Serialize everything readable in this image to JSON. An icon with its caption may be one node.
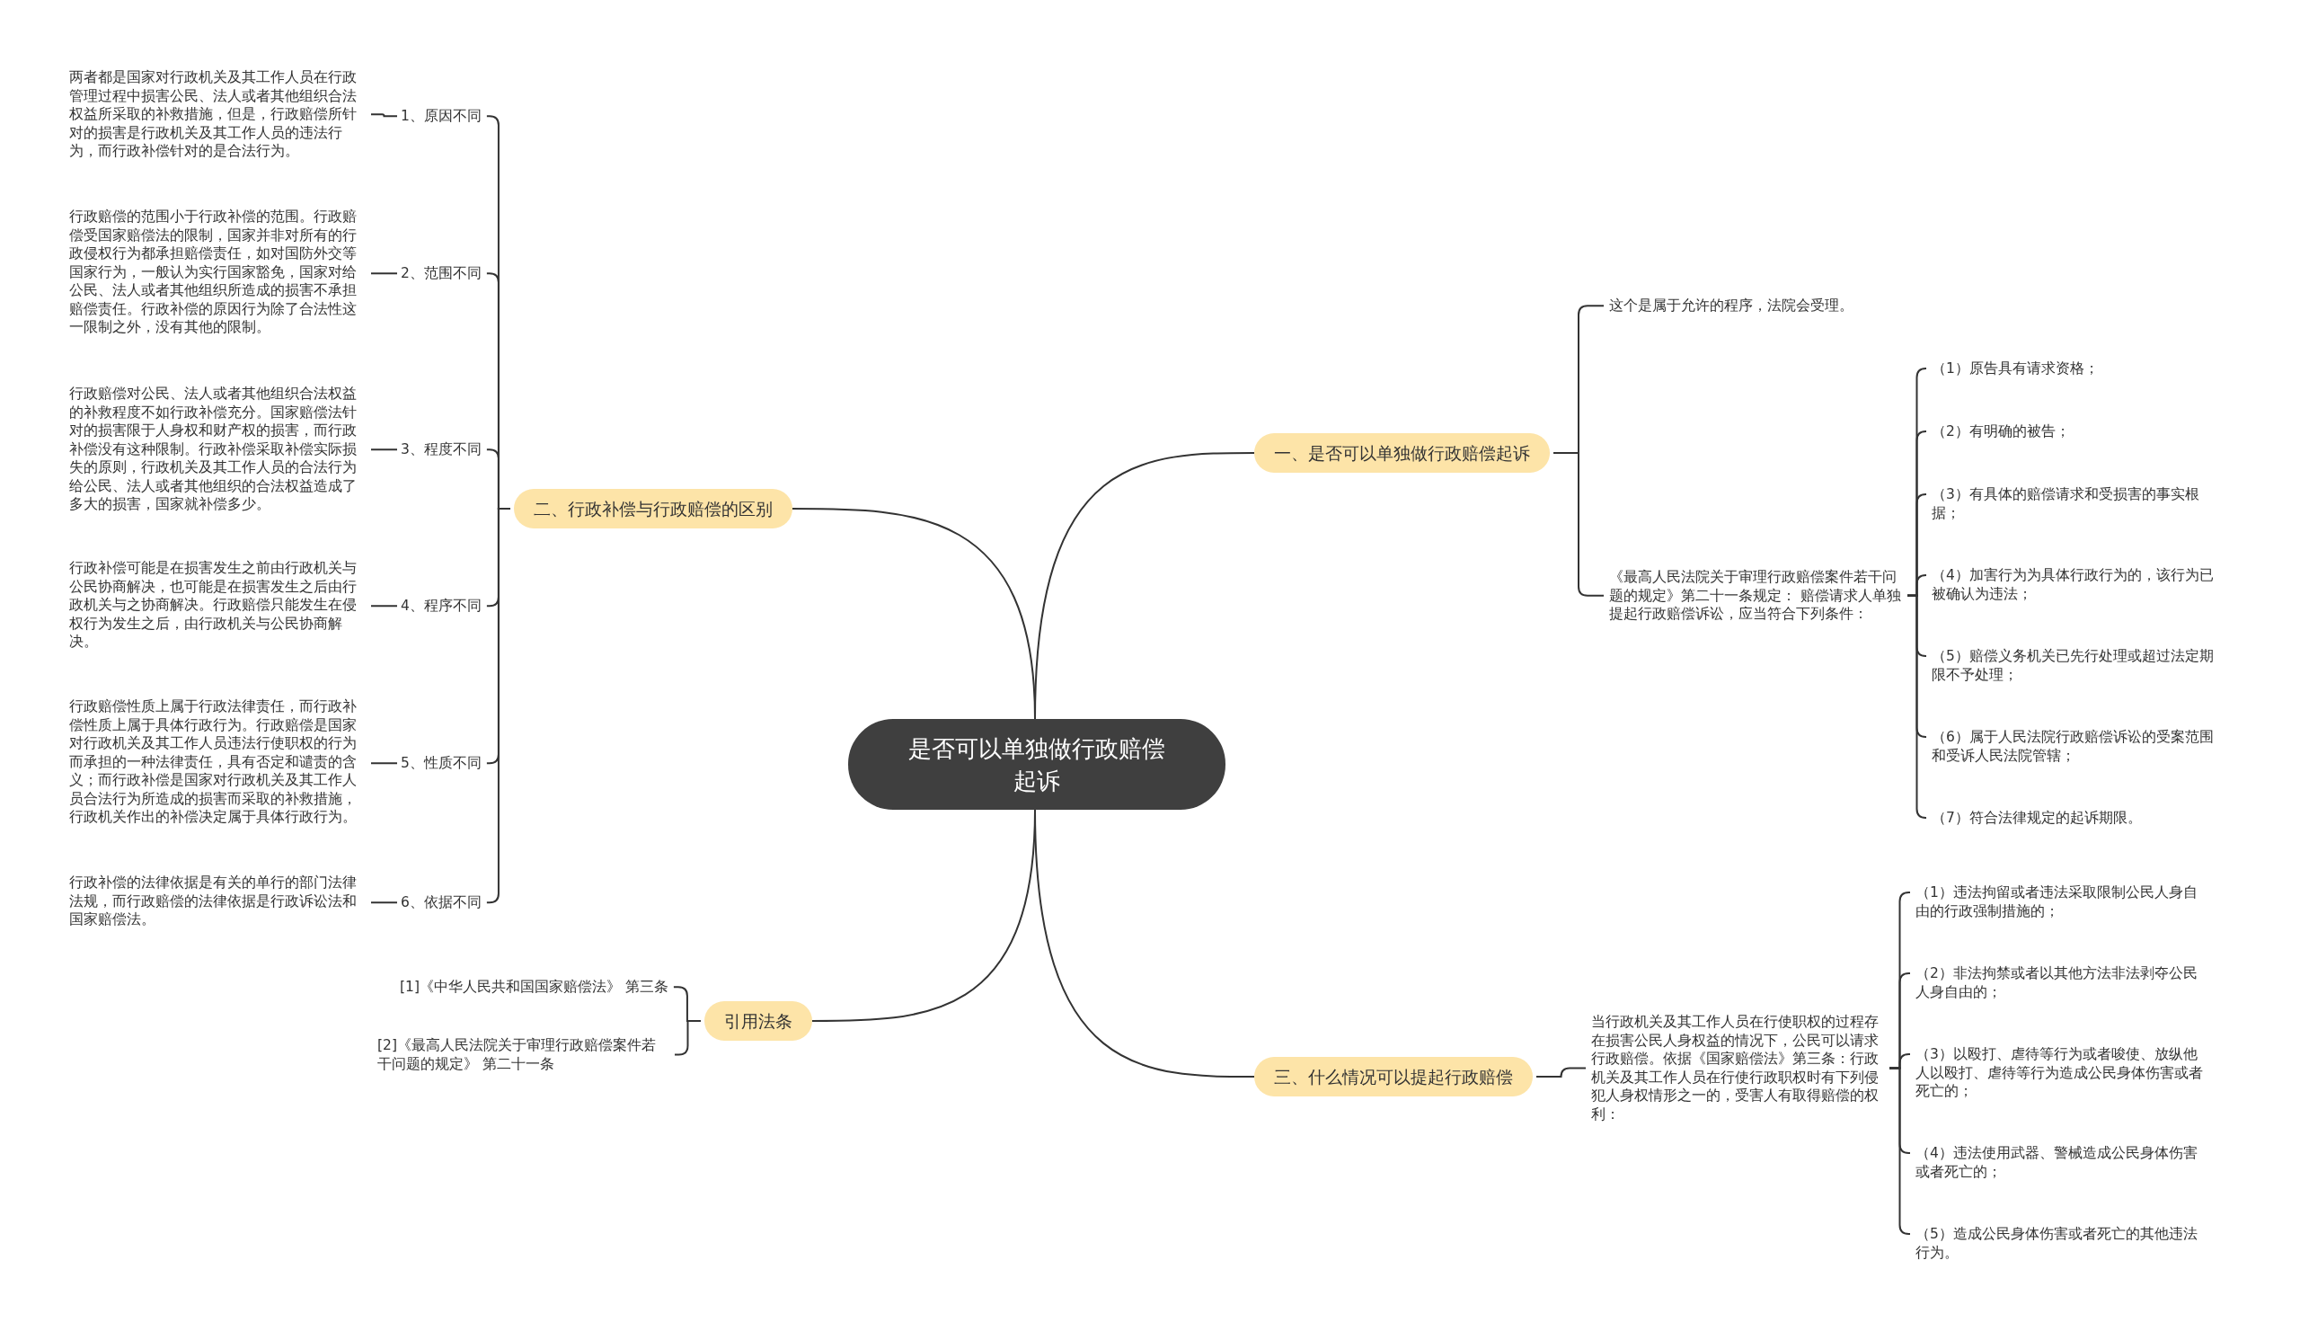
{
  "diagram": {
    "nodes": [
      {
        "text": [
          "是否可以单独做行政赔偿起诉"
        ]
      },
      {
        "text": [
          "一、是否可以单独做行政赔偿起诉"
        ]
      },
      {
        "text": [
          "这个是属于允许的程序，法院会受理。"
        ]
      },
      {
        "text": [
          "《最高人民法院关于审理行政赔偿案件若干问题的规定》第二十一条规定： 赔偿请求人单独提起行政赔偿诉讼，应当符合下列条件："
        ]
      },
      {
        "text": [
          "（1）原告具有请求资格；"
        ]
      },
      {
        "text": [
          "（2）有明确的被告；"
        ]
      },
      {
        "text": [
          "（3）有具体的赔偿请求和受损害的事实根据；"
        ]
      },
      {
        "text": [
          "（4）加害行为为具体行政行为的，该行为已被确认为违法；"
        ]
      },
      {
        "text": [
          "（5）赔偿义务机关已先行处理或超过法定期限不予处理；"
        ]
      },
      {
        "text": [
          "（6）属于人民法院行政赔偿诉讼的受案范围和受诉人民法院管辖；"
        ]
      },
      {
        "text": [
          "（7）符合法律规定的起诉期限。"
        ]
      },
      {
        "text": [
          "二、行政补偿与行政赔偿的区别"
        ]
      },
      {
        "text": [
          "1、原因不同"
        ]
      },
      {
        "text": [
          "2、范围不同"
        ]
      },
      {
        "text": [
          "3、程度不同"
        ]
      },
      {
        "text": [
          "4、程序不同"
        ]
      },
      {
        "text": [
          "5、性质不同"
        ]
      },
      {
        "text": [
          "6、依据不同"
        ]
      },
      {
        "text": [
          "两者都是国家对行政机关及其工作人员在行政管理过程中损害公民、法人或者其他组织合法权益所采取的补救措施，但是，行政赔偿所针对的损害是行政机关及其工作人员的违法行为，而行政补偿针对的是合法行为。"
        ]
      },
      {
        "text": [
          "行政赔偿的范围小于行政补偿的范围。行政赔偿受国家赔偿法的限制，国家并非对所有的行政侵权行为都承担赔偿责任，如对国防外交等国家行为，一般认为实行国家豁免，国家对给公民、法人或者其他组织所造成的损害不承担赔偿责任。行政补偿的原因行为除了合法性这一限制之外，没有其他的限制。"
        ]
      },
      {
        "text": [
          "行政赔偿对公民、法人或者其他组织合法权益的补救程度不如行政补偿充分。国家赔偿法针对的损害限于人身权和财产权的损害，而行政补偿没有这种限制。行政补偿采取补偿实际损失的原则，行政机关及其工作人员的合法行为给公民、法人或者其他组织的合法权益造成了多大的损害，国家就补偿多少。"
        ]
      },
      {
        "text": [
          "行政补偿可能是在损害发生之前由行政机关与公民协商解决，也可能是在损害发生之后由行政机关与之协商解决。行政赔偿只能发生在侵权行为发生之后，由行政机关与公民协商解决。"
        ]
      },
      {
        "text": [
          "行政赔偿性质上属于行政法律责任，而行政补偿性质上属于具体行政行为。行政赔偿是国家对行政机关及其工作人员违法行使职权的行为而承担的一种法律责任，具有否定和谴责的含义；而行政补偿是国家对行政机关及其工作人员合法行为所造成的损害而采取的补救措施，行政机关作出的补偿决定属于具体行政行为。"
        ]
      },
      {
        "text": [
          "行政补偿的法律依据是有关的单行的部门法律法规，而行政赔偿的法律依据是行政诉讼法和国家赔偿法。"
        ]
      },
      {
        "text": [
          "引用法条"
        ]
      },
      {
        "text": [
          "[1]《中华人民共和国国家赔偿法》 第三条"
        ]
      },
      {
        "text": [
          "[2]《最高人民法院关于审理行政赔偿案件若干问题的规定》 第二十一条"
        ]
      },
      {
        "text": [
          "三、什么情况可以提起行政赔偿"
        ]
      },
      {
        "text": [
          "当行政机关及其工作人员在行使职权的过程存在损害公民人身权益的情况下，公民可以请求行政赔偿。依据《国家赔偿法》第三条：行政机关及其工作人员在行使行政职权时有下列侵犯人身权情形之一的，受害人有取得赔偿的权利："
        ]
      },
      {
        "text": [
          "（1）违法拘留或者违法采取限制公民人身自由的行政强制措施的；"
        ]
      },
      {
        "text": [
          "（2）非法拘禁或者以其他方法非法剥夺公民人身自由的；"
        ]
      },
      {
        "text": [
          "（3）以殴打、虐待等行为或者唆使、放纵他人以殴打、虐待等行为造成公民身体伤害或者死亡的；"
        ]
      },
      {
        "text": [
          "（4）违法使用武器、警械造成公民身体伤害或者死亡的；"
        ]
      },
      {
        "text": [
          "（5）造成公民身体伤害或者死亡的其他违法行为。"
        ]
      }
    ],
    "edges": [
      {
        "from": 0,
        "to": 1,
        "arrow": "none"
      },
      {
        "from": 1,
        "to": 2,
        "arrow": "none"
      },
      {
        "from": 1,
        "to": 3,
        "arrow": "none"
      },
      {
        "from": 3,
        "to": 4,
        "arrow": "none"
      },
      {
        "from": 3,
        "to": 5,
        "arrow": "none"
      },
      {
        "from": 3,
        "to": 6,
        "arrow": "none"
      },
      {
        "from": 3,
        "to": 7,
        "arrow": "none"
      },
      {
        "from": 3,
        "to": 8,
        "arrow": "none"
      },
      {
        "from": 3,
        "to": 9,
        "arrow": "none"
      },
      {
        "from": 3,
        "to": 10,
        "arrow": "none"
      },
      {
        "from": 0,
        "to": 11,
        "arrow": "none"
      },
      {
        "from": 11,
        "to": 12,
        "arrow": "none"
      },
      {
        "from": 11,
        "to": 13,
        "arrow": "none"
      },
      {
        "from": 11,
        "to": 14,
        "arrow": "none"
      },
      {
        "from": 11,
        "to": 15,
        "arrow": "none"
      },
      {
        "from": 11,
        "to": 16,
        "arrow": "none"
      },
      {
        "from": 11,
        "to": 17,
        "arrow": "none"
      },
      {
        "from": 12,
        "to": 18,
        "arrow": "none"
      },
      {
        "from": 13,
        "to": 19,
        "arrow": "none"
      },
      {
        "from": 14,
        "to": 20,
        "arrow": "none"
      },
      {
        "from": 15,
        "to": 21,
        "arrow": "none"
      },
      {
        "from": 16,
        "to": 22,
        "arrow": "none"
      },
      {
        "from": 17,
        "to": 23,
        "arrow": "none"
      },
      {
        "from": 0,
        "to": 24,
        "arrow": "none"
      },
      {
        "from": 24,
        "to": 25,
        "arrow": "none"
      },
      {
        "from": 24,
        "to": 26,
        "arrow": "none"
      },
      {
        "from": 0,
        "to": 27,
        "arrow": "none"
      },
      {
        "from": 27,
        "to": 28,
        "arrow": "none"
      },
      {
        "from": 28,
        "to": 29,
        "arrow": "none"
      },
      {
        "from": 28,
        "to": 30,
        "arrow": "none"
      },
      {
        "from": 28,
        "to": 31,
        "arrow": "none"
      },
      {
        "from": 28,
        "to": 32,
        "arrow": "none"
      },
      {
        "from": 28,
        "to": 33,
        "arrow": "none"
      }
    ]
  }
}
